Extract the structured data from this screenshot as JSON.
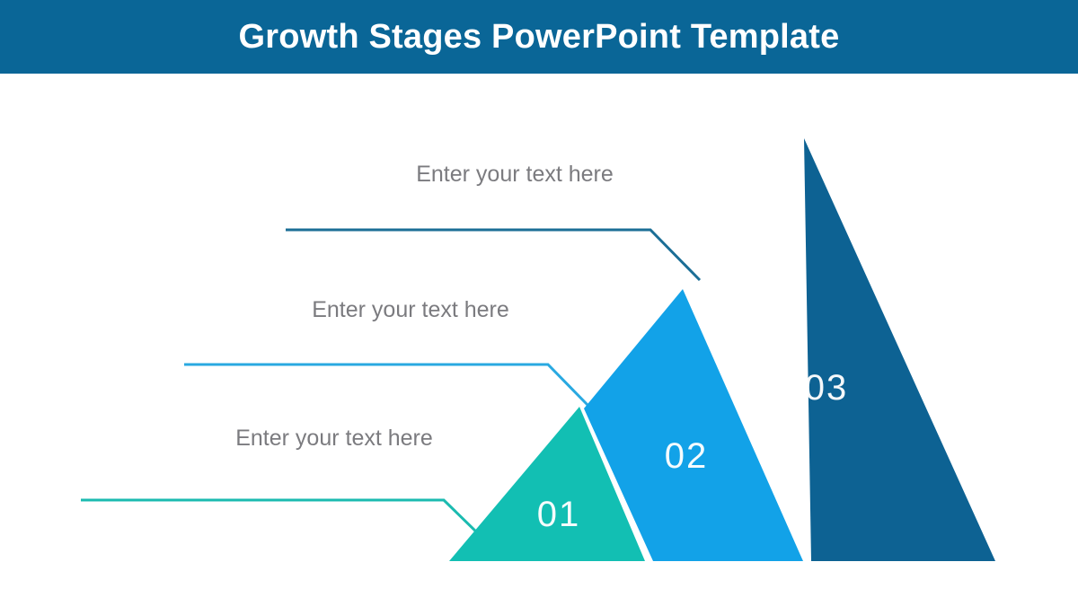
{
  "header": {
    "title": "Growth Stages PowerPoint Template",
    "background_color": "#0a6697",
    "text_color": "#ffffff"
  },
  "colors": {
    "slide_background": "#ffffff",
    "stage1": "#12bfb3",
    "stage2": "#12a2e8",
    "stage3": "#0d6293",
    "caption_text": "#7b7b7f",
    "number_text": "#ffffff"
  },
  "diagram": {
    "type": "growth-stages-triangles",
    "stage_count": 3,
    "stages": [
      {
        "id": "stage-1",
        "number": "01",
        "caption": "Enter your text here",
        "fill": "#12bfb3",
        "connector_color": "#1bbbb0"
      },
      {
        "id": "stage-2",
        "number": "02",
        "caption": "Enter your text here",
        "fill": "#12a2e8",
        "connector_color": "#29a9e1"
      },
      {
        "id": "stage-3",
        "number": "03",
        "caption": "Enter your text here",
        "fill": "#0d6293",
        "connector_color": "#1b6e96"
      }
    ]
  }
}
